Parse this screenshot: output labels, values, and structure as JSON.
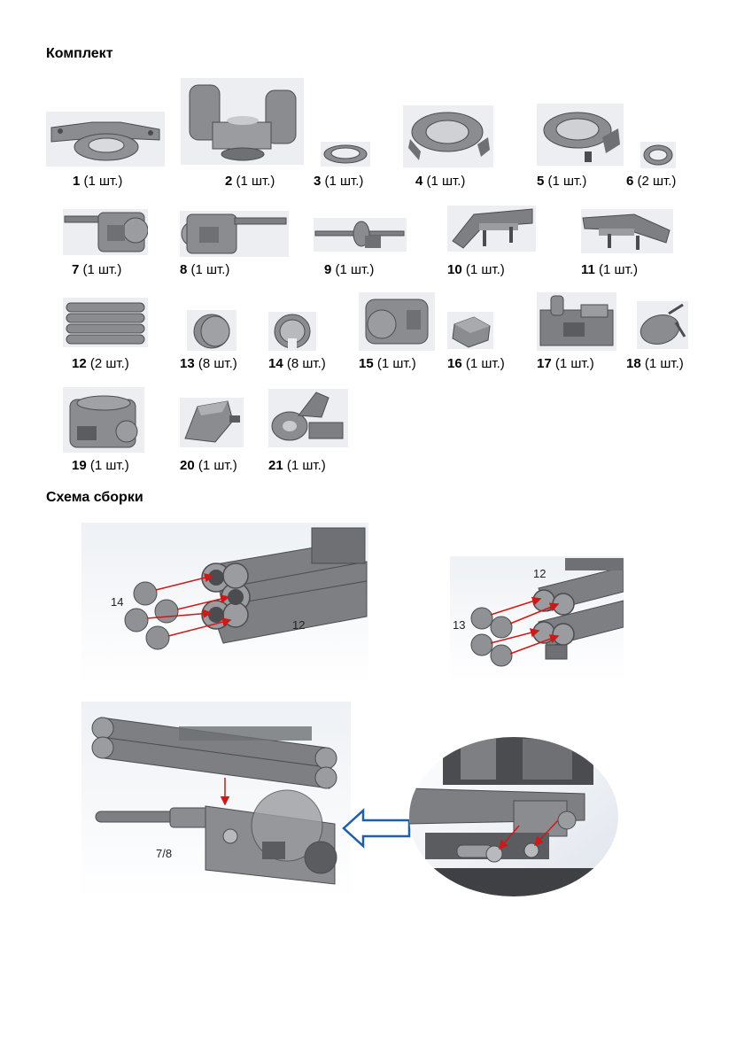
{
  "headings": {
    "kit": "Комплект",
    "assembly": "Схема сборки"
  },
  "parts": [
    {
      "num": "1",
      "qty": "(1 шт.)"
    },
    {
      "num": "2",
      "qty": "(1 шт.)"
    },
    {
      "num": "3",
      "qty": "(1 шт.)"
    },
    {
      "num": "4",
      "qty": "(1 шт.)"
    },
    {
      "num": "5",
      "qty": "(1 шт.)"
    },
    {
      "num": "6",
      "qty": "(2 шт.)"
    },
    {
      "num": "7",
      "qty": "(1 шт.)"
    },
    {
      "num": "8",
      "qty": "(1 шт.)"
    },
    {
      "num": "9",
      "qty": "(1 шт.)"
    },
    {
      "num": "10",
      "qty": "(1 шт.)"
    },
    {
      "num": "11",
      "qty": "(1 шт.)"
    },
    {
      "num": "12",
      "qty": "(2 шт.)"
    },
    {
      "num": "13",
      "qty": "(8 шт.)"
    },
    {
      "num": "14",
      "qty": "(8 шт.)"
    },
    {
      "num": "15",
      "qty": "(1 шт.)"
    },
    {
      "num": "16",
      "qty": "(1 шт.)"
    },
    {
      "num": "17",
      "qty": "(1 шт.)"
    },
    {
      "num": "18",
      "qty": "(1 шт.)"
    },
    {
      "num": "19",
      "qty": "(1 шт.)"
    },
    {
      "num": "20",
      "qty": "(1 шт.)"
    },
    {
      "num": "21",
      "qty": "(1 шт.)"
    }
  ],
  "assembly_labels": {
    "step1_caps": "14",
    "step1_tubes": "12",
    "step2_tubes": "12",
    "step2_caps": "13",
    "step3_mount": "7/8"
  },
  "colors": {
    "part_gray": "#7d7f82",
    "part_dark": "#4a4c4f",
    "backdrop": "#e9ecf1",
    "arrow_red": "#d01818",
    "arrow_blue": "#1f5fa8"
  }
}
